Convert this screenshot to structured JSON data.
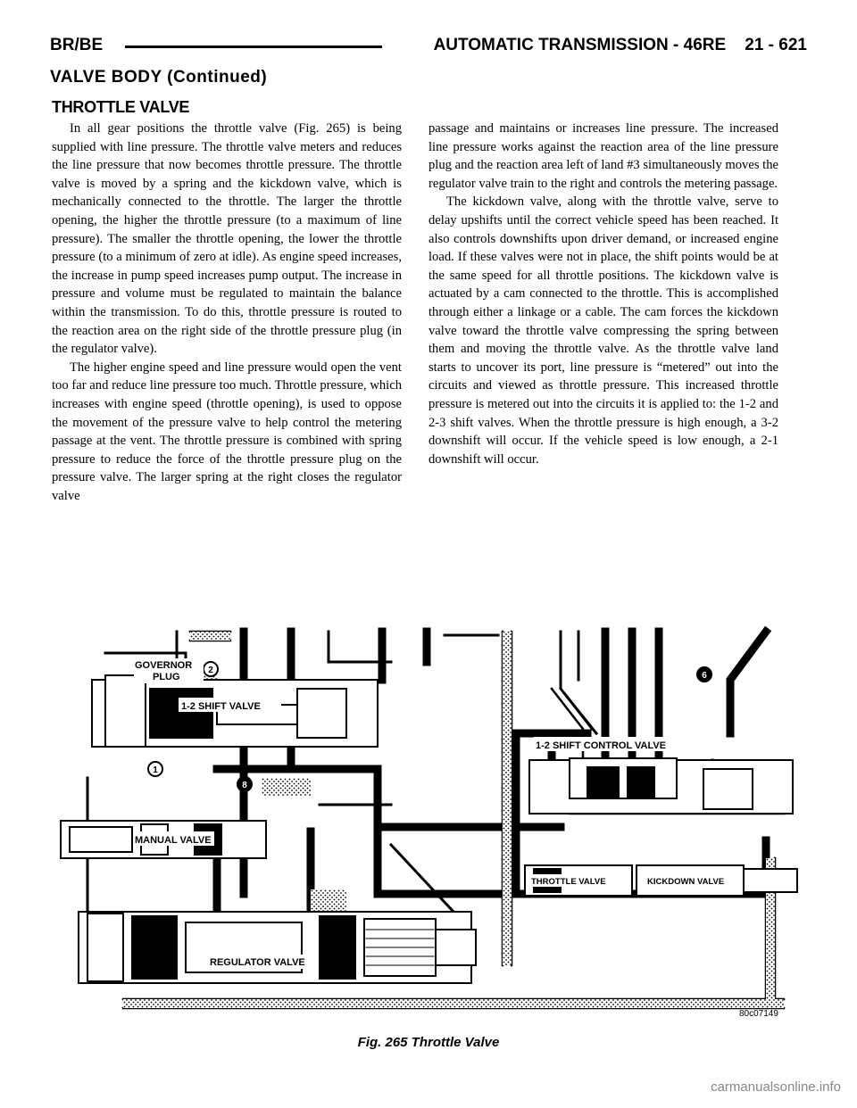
{
  "header": {
    "left": "BR/BE",
    "right": "AUTOMATIC TRANSMISSION - 46RE    21 - 621"
  },
  "section_title": "VALVE BODY (Continued)",
  "subheading": "THROTTLE VALVE",
  "paragraphs_left": [
    "In all gear positions the throttle valve (Fig. 265) is being supplied with line pressure. The throttle valve meters and reduces the line pressure that now becomes throttle pressure. The throttle valve is moved by a spring and the kickdown valve, which is mechanically connected to the throttle. The larger the throttle opening, the higher the throttle pressure (to a maximum of line pressure). The smaller the throttle opening, the lower the throttle pressure (to a minimum of zero at idle). As engine speed increases, the increase in pump speed increases pump output. The increase in pressure and volume must be regulated to maintain the balance within the transmission. To do this, throttle pressure is routed to the reaction area on the right side of the throttle pressure plug (in the regulator valve).",
    "The higher engine speed and line pressure would open the vent too far and reduce line pressure too much. Throttle pressure, which increases with engine speed (throttle opening), is used to oppose the movement of the pressure valve to help control the metering passage at the vent. The throttle pressure is combined with spring pressure to reduce the force of the throttle pressure plug on the pressure valve. The larger spring at the right closes the regulator valve"
  ],
  "paragraphs_right": [
    "passage and maintains or increases line pressure. The increased line pressure works against the reaction area of the line pressure plug and the reaction area left of land #3 simultaneously moves the regulator valve train to the right and controls the metering passage.",
    "The kickdown valve, along with the throttle valve, serve to delay upshifts until the correct vehicle speed has been reached. It also controls downshifts upon driver demand, or increased engine load. If these valves were not in place, the shift points would be at the same speed for all throttle positions. The kickdown valve is actuated by a cam connected to the throttle. This is accomplished through either a linkage or a cable. The cam forces the kickdown valve toward the throttle valve compressing the spring between them and moving the throttle valve. As the throttle valve land starts to uncover its port, line pressure is “metered” out into the circuits and viewed as throttle pressure. This increased throttle pressure is metered out into the circuits it is applied to: the 1-2 and 2-3 shift valves. When the throttle pressure is high enough, a 3-2 downshift will occur. If the vehicle speed is low enough, a 2-1 downshift will occur."
  ],
  "figure": {
    "labels": {
      "governor_plug_1": "GOVERNOR",
      "governor_plug_2": "PLUG",
      "shift_valve_12": "1-2 SHIFT VALVE",
      "shift_control_valve_12": "1-2 SHIFT CONTROL VALVE",
      "manual_valve": "MANUAL VALVE",
      "throttle_valve": "THROTTLE VALVE",
      "kickdown_valve": "KICKDOWN VALVE",
      "regulator_valve": "REGULATOR VALVE",
      "code": "80c07149"
    },
    "callouts": [
      "1",
      "2",
      "6",
      "8"
    ]
  },
  "caption": "Fig. 265 Throttle Valve",
  "footer": "carmanualsonline.info"
}
